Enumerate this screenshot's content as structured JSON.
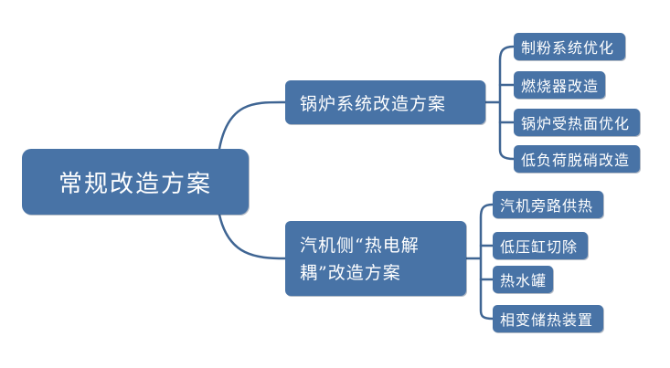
{
  "root": {
    "label": "常规改造方案"
  },
  "branches": [
    {
      "label": "锅炉系统改造方案",
      "children": [
        "制粉系统优化",
        "燃烧器改造",
        "锅炉受热面优化",
        "低负荷脱硝改造"
      ]
    },
    {
      "label_line1": "汽机侧“热电解",
      "label_line2": "耦”改造方案",
      "children": [
        "汽机旁路供热",
        "低压缸切除",
        "热水罐",
        "相变储热装置"
      ]
    }
  ],
  "colors": {
    "node_fill": "#4873a6",
    "connector": "#3f6593",
    "text": "#ffffff"
  }
}
